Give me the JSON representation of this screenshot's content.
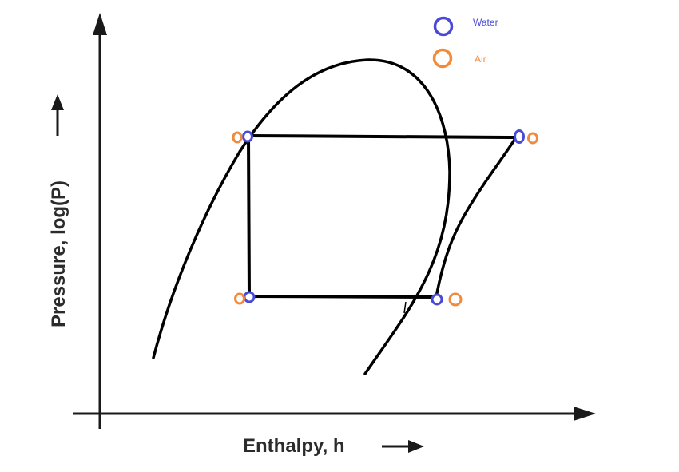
{
  "axes": {
    "x_label": "Enthalpy, h",
    "y_label": "Pressure, log(P)"
  },
  "legend": [
    {
      "label": "Water",
      "color": "#4a4ad8"
    },
    {
      "label": "Air",
      "color": "#f28a3c"
    }
  ],
  "colors": {
    "line": "#000000",
    "axis": "#1a1a1a"
  }
}
